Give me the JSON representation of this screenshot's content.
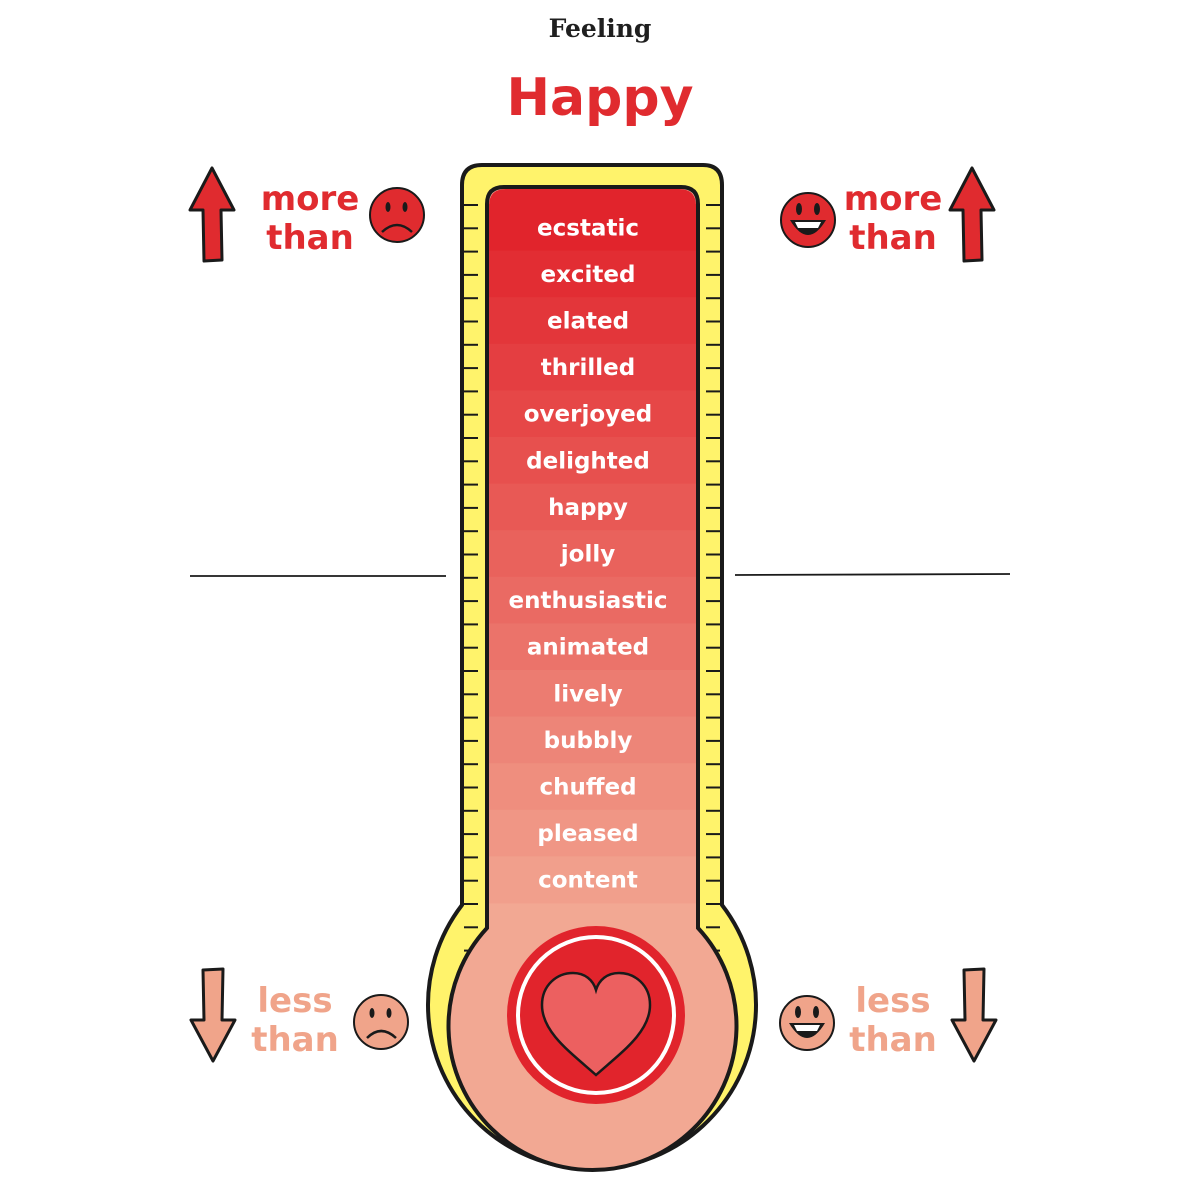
{
  "header_label": "Feeling",
  "title": "Happy",
  "scale_words": [
    "ecstatic",
    "excited",
    "elated",
    "thrilled",
    "overjoyed",
    "delighted",
    "happy",
    "jolly",
    "enthusiastic",
    "animated",
    "lively",
    "bubbly",
    "chuffed",
    "pleased",
    "content"
  ],
  "left_top": {
    "line1": "more",
    "line2": "than"
  },
  "right_top": {
    "line1": "more",
    "line2": "than"
  },
  "left_bottom": {
    "line1": "less",
    "line2": "than"
  },
  "right_bottom": {
    "line1": "less",
    "line2": "than"
  },
  "colors": {
    "accent_red": "#e02b2f",
    "soft_salmon": "#f0a48a",
    "tube_yellow": "#fff36b",
    "band_top": "#e1242c",
    "band_bottom": "#f2a893",
    "outline": "#1a1a1a"
  },
  "icons": [
    "arrow-up-icon",
    "arrow-down-icon",
    "sad-face-icon",
    "happy-face-icon",
    "heart-icon"
  ]
}
